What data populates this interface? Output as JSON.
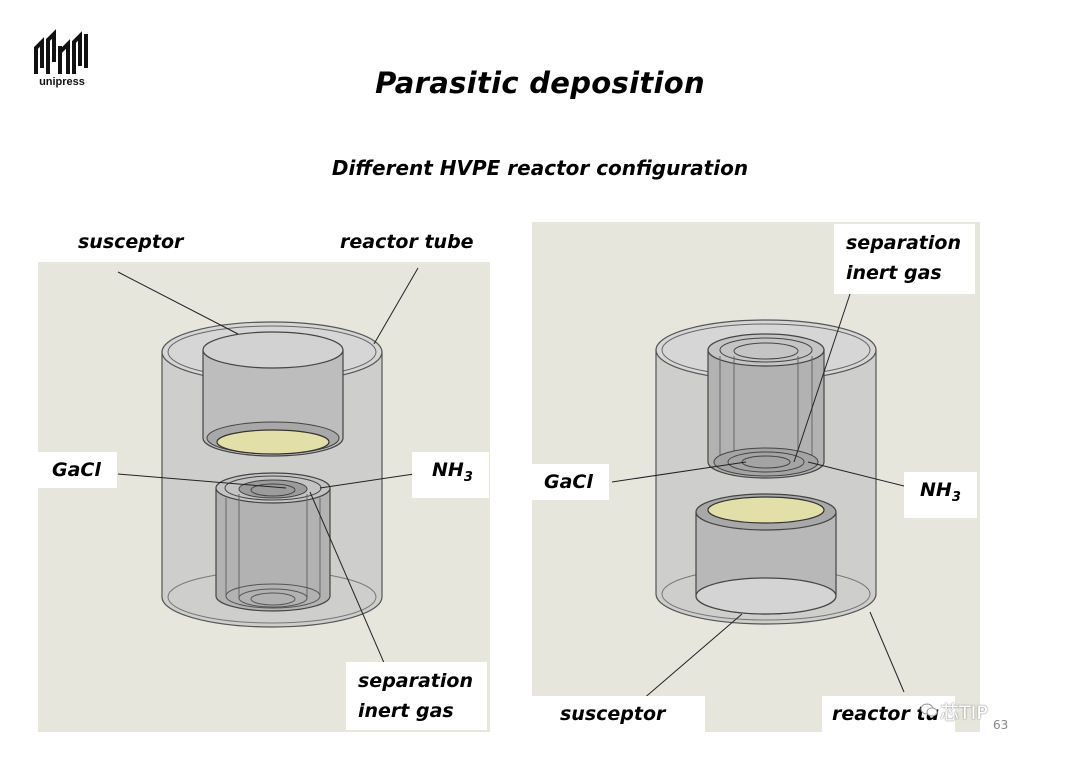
{
  "logo": {
    "text": "unipress"
  },
  "title": "Parasitic deposition",
  "subtitle": "Different HVPE reactor configuration",
  "left_panel": {
    "labels": {
      "susceptor": "susceptor",
      "reactor_tube": "reactor tube",
      "gacl": "GaCl",
      "nh3_main": "NH",
      "nh3_sub": "3",
      "separation_line1": "separation",
      "separation_line2": "inert gas"
    }
  },
  "right_panel": {
    "labels": {
      "separation_line1": "separation",
      "separation_line2": "inert gas",
      "gacl": "GaCl",
      "nh3_main": "NH",
      "nh3_sub": "3",
      "susceptor": "susceptor",
      "reactor_tube": "reactor tu"
    }
  },
  "watermark": "芯TIP",
  "page_number": "63",
  "colors": {
    "panel_bg": "#e6e6dc",
    "tube_fill": "#c6c6c6",
    "wafer": "#e2e0a8"
  }
}
